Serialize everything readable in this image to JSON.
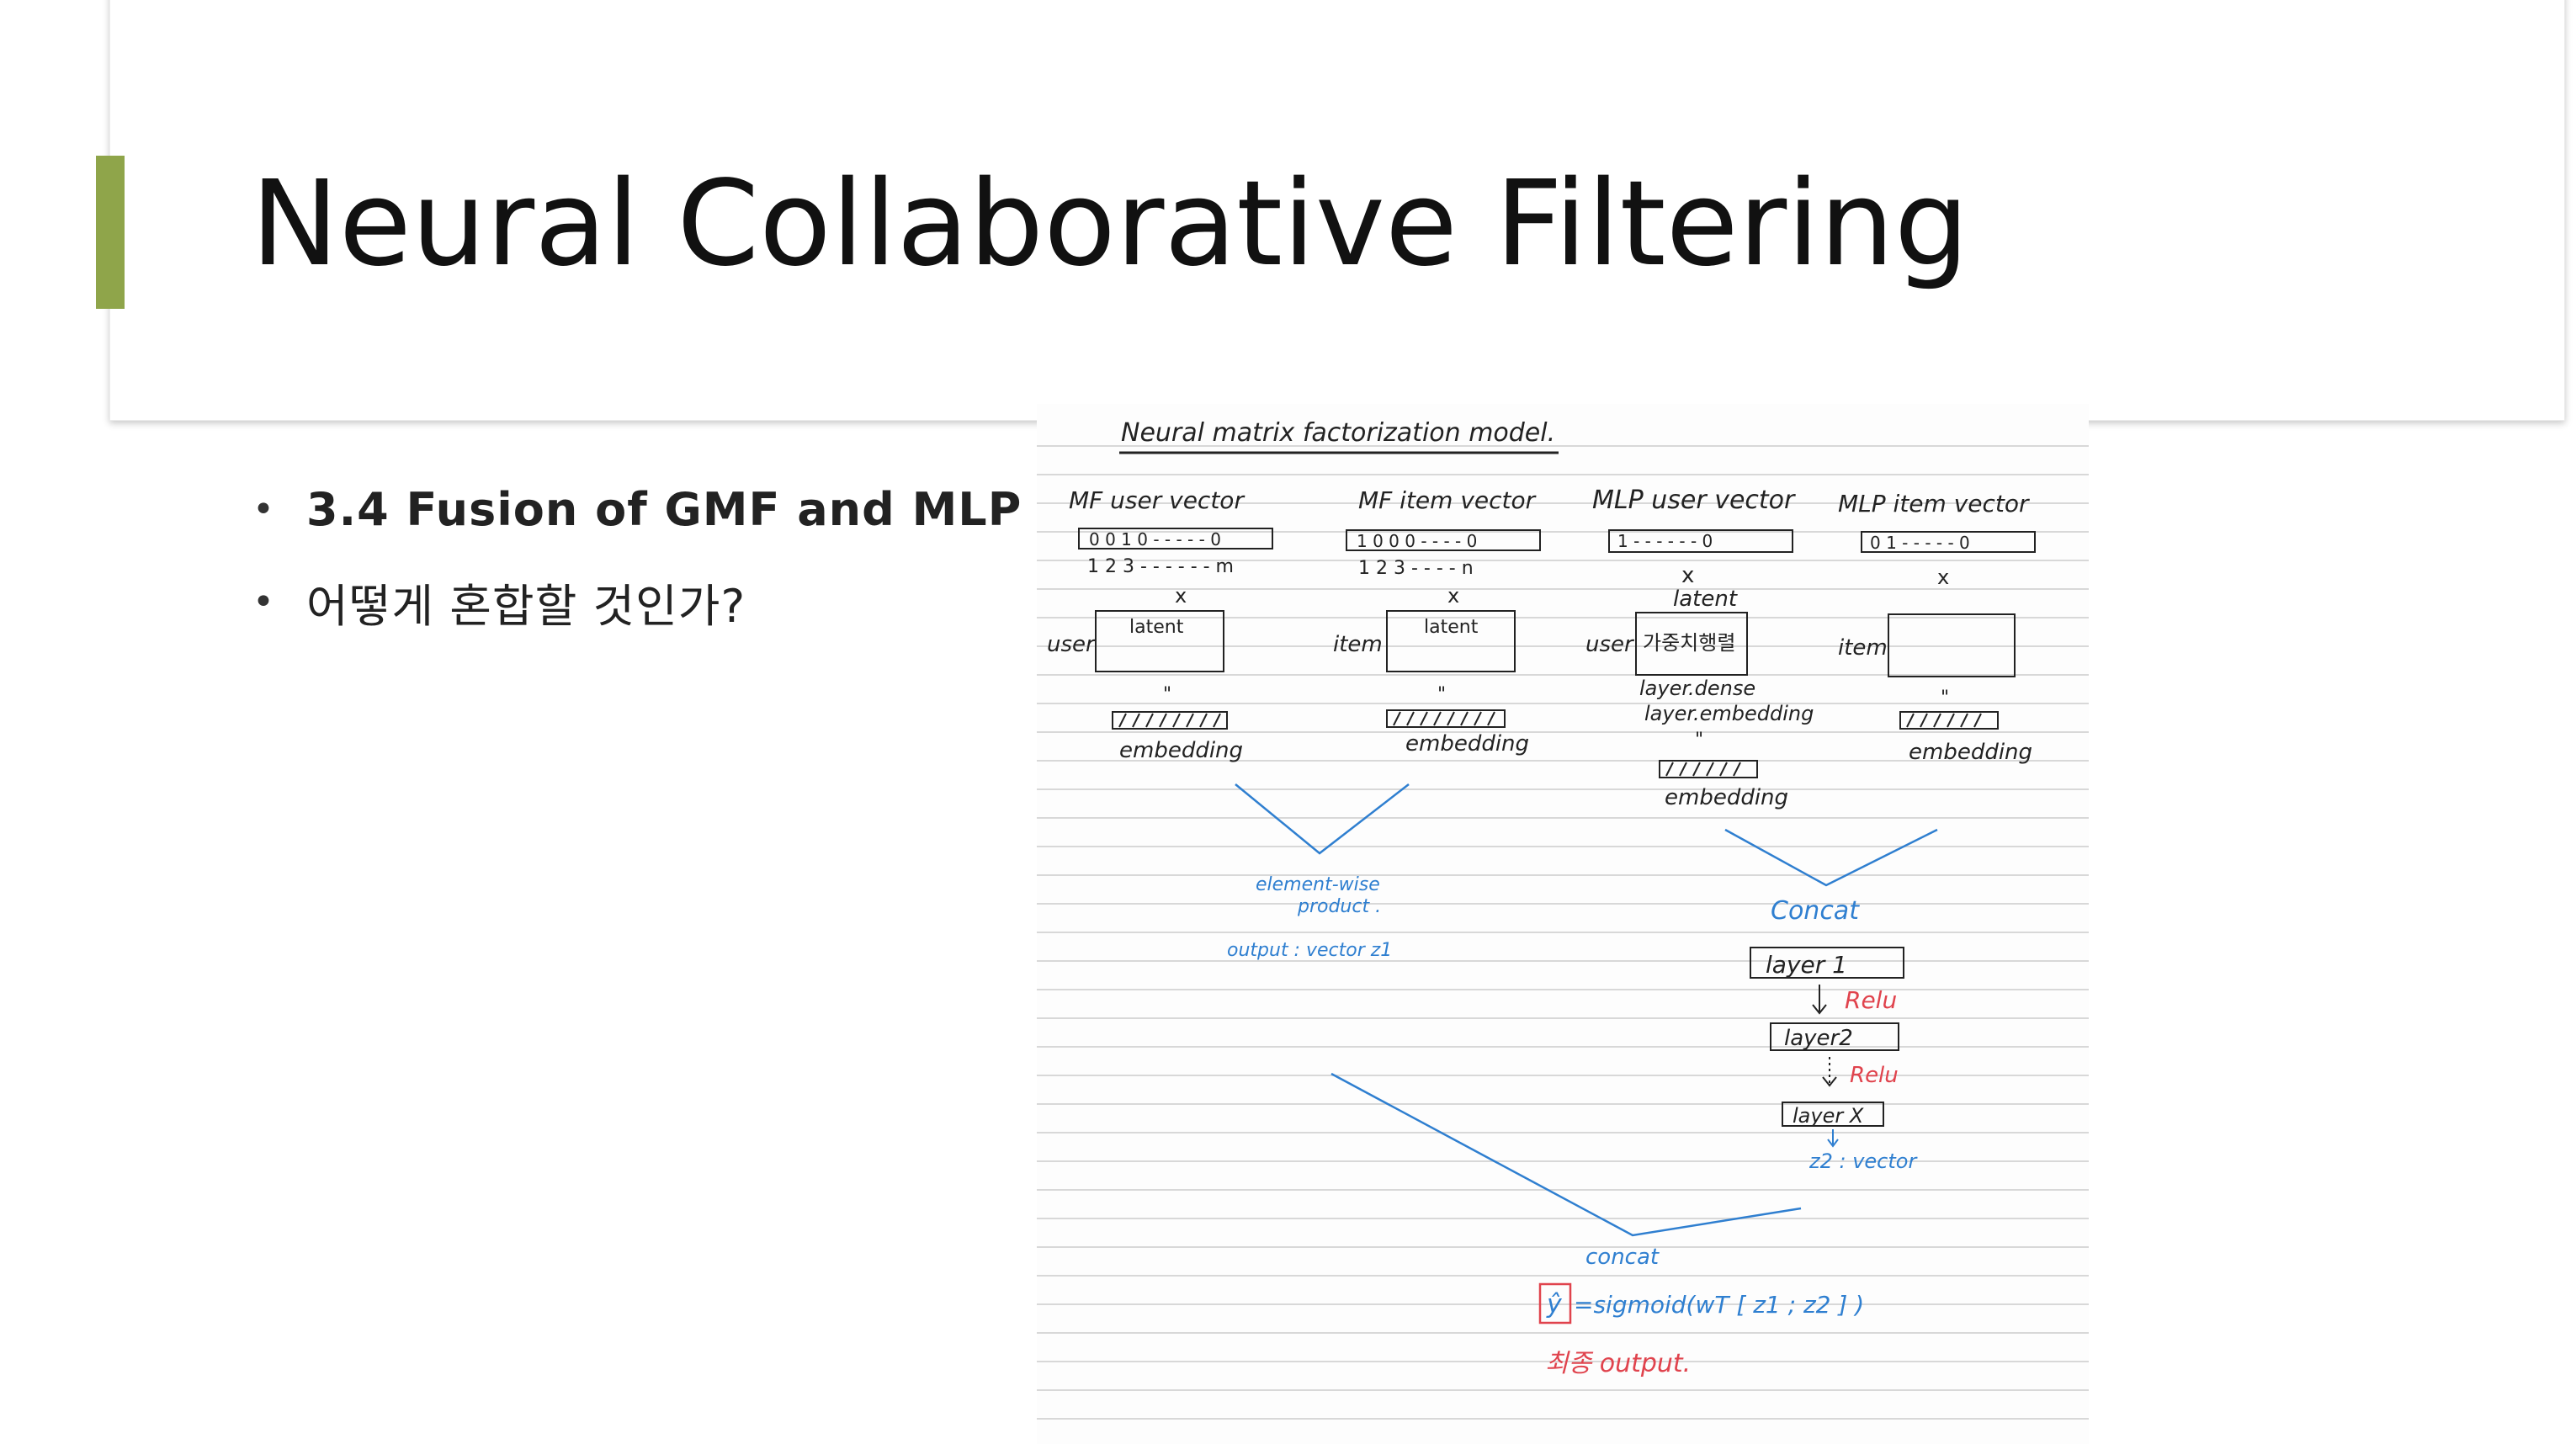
{
  "slide": {
    "title": "Neural Collaborative Filtering",
    "bullets": [
      {
        "text": "3.4 Fusion of GMF and MLP",
        "bold": true
      },
      {
        "text": "어떻게 혼합할 것인가?",
        "bold": false
      }
    ]
  },
  "colors": {
    "accent": "#8fa54a",
    "ink_blue": "#2f7fd0",
    "ink_red": "#e0434d"
  },
  "note": {
    "heading": "Neural matrix factorization model.",
    "columns": [
      {
        "title": "MF user vector",
        "vector": "0 0 1 0 - - - - - 0",
        "indices": "1 2 3 - - - - - - m",
        "op": "x",
        "side": "user",
        "box": "latent",
        "eq": "\"",
        "label": "embedding"
      },
      {
        "title": "MF item vector",
        "vector": "1 0 0 0 - - - - 0",
        "indices": "1 2 3 - - - - n",
        "op": "x",
        "side": "item",
        "box": "latent",
        "eq": "\"",
        "label": "embedding"
      },
      {
        "title": "MLP user vector",
        "vector": "1 - - - - - - 0",
        "op": "x",
        "latent": "latent",
        "side": "user",
        "box": "가중치행렬",
        "line1": "layer.dense",
        "line2": "layer.embedding",
        "eq": "\"",
        "label": "embedding"
      },
      {
        "title": "MLP item vector",
        "vector": "0 1 - - - - - 0",
        "op": "x",
        "side": "item",
        "eq": "\"",
        "label": "embedding"
      }
    ],
    "gmf": {
      "text1": "element-wise",
      "text2": "product .",
      "output": "output : vector z1"
    },
    "mlp": {
      "concat": "Concat",
      "layer1": "layer 1",
      "relu1": "Relu",
      "layer2": "layer2",
      "relu2": "Relu",
      "layerx": "layer X",
      "output": "z2 : vector"
    },
    "final": {
      "concat": "concat",
      "formula_left": "ŷ",
      "formula": "=sigmoid(wT [ z1 ; z2 ] )",
      "caption": "최종 output."
    }
  }
}
